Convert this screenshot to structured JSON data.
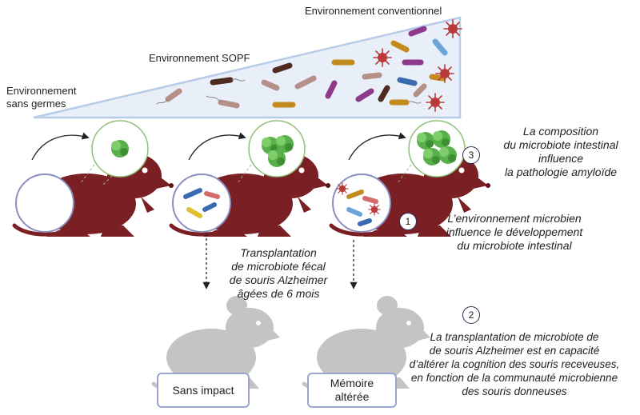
{
  "gradient": {
    "conventional": "Environnement conventionnel",
    "sopf": "Environnement SOPF",
    "germfree": "Environnement\nsans germes"
  },
  "annotations": {
    "step3_number": "3",
    "step3_text": "La composition\ndu microbiote intestinal\ninfluence\nla pathologie amyloïde",
    "step1_number": "1",
    "step1_text": "L’environnement microbien\ninfluence le développement\ndu microbiote intestinal",
    "step2_number": "2",
    "step2_text": "La transplantation de microbiote de\nde souris Alzheimer est en capacité\nd’altérer la cognition des souris receveuses,\nen fonction de la communauté microbienne\ndes souris donneuses",
    "transplant": "Transplantation\nde microbiote fécal\nde souris Alzheimer\nâgées de 6 mois"
  },
  "outcomes": {
    "no_impact": "Sans impact",
    "memory": "Mémoire\naltérée"
  },
  "colors": {
    "mouse": "#7a1f23",
    "recipient_mouse": "#c4c4c4",
    "gradient_fill": "#e8eff8",
    "gradient_stroke": "#b8cce6",
    "plaque": "#58b04a",
    "outcome_border": "#9aa6cf",
    "number_circle": "#2a2f5a"
  }
}
